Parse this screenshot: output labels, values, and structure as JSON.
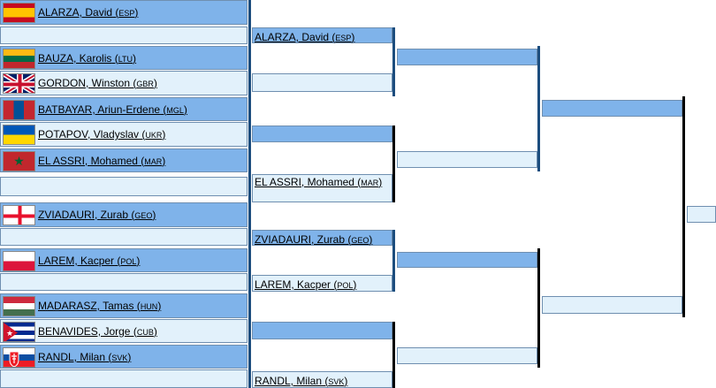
{
  "round1": [
    {
      "name": "ALARZA, David",
      "country": "ESP",
      "flag": "spain-flag-icon"
    },
    {
      "name": "",
      "country": "",
      "flag": ""
    },
    {
      "name": "BAUZA, Karolis",
      "country": "LTU",
      "flag": "lithuania-flag-icon"
    },
    {
      "name": "GORDON, Winston",
      "country": "GBR",
      "flag": "uk-flag-icon"
    },
    {
      "name": "BATBAYAR, Ariun-Erdene",
      "country": "MGL",
      "flag": "mongolia-flag-icon"
    },
    {
      "name": "POTAPOV, Vladyslav",
      "country": "UKR",
      "flag": "ukraine-flag-icon"
    },
    {
      "name": "EL ASSRI, Mohamed",
      "country": "MAR",
      "flag": "morocco-flag-icon"
    },
    {
      "name": "",
      "country": "",
      "flag": ""
    },
    {
      "name": "ZVIADAURI, Zurab",
      "country": "GEO",
      "flag": "georgia-flag-icon"
    },
    {
      "name": "",
      "country": "",
      "flag": ""
    },
    {
      "name": "LAREM, Kacper",
      "country": "POL",
      "flag": "poland-flag-icon"
    },
    {
      "name": "",
      "country": "",
      "flag": ""
    },
    {
      "name": "MADARASZ, Tamas",
      "country": "HUN",
      "flag": "hungary-flag-icon"
    },
    {
      "name": "BENAVIDES, Jorge",
      "country": "CUB",
      "flag": "cuba-flag-icon"
    },
    {
      "name": "RANDL, Milan",
      "country": "SVK",
      "flag": "slovakia-flag-icon"
    },
    {
      "name": "",
      "country": "",
      "flag": ""
    }
  ],
  "round2": [
    {
      "name": "ALARZA, David",
      "country": "ESP"
    },
    {
      "name": "",
      "country": ""
    },
    {
      "name": "",
      "country": ""
    },
    {
      "name": "EL ASSRI, Mohamed",
      "country": "MAR"
    },
    {
      "name": "ZVIADAURI, Zurab",
      "country": "GEO"
    },
    {
      "name": "LAREM, Kacper",
      "country": "POL"
    },
    {
      "name": "",
      "country": ""
    },
    {
      "name": "RANDL, Milan",
      "country": "SVK"
    }
  ],
  "colors": {
    "dark": "#7fb3ea",
    "light": "#e2f1fb",
    "connector_blue": "#1c4d7e",
    "connector_black": "#000000"
  }
}
